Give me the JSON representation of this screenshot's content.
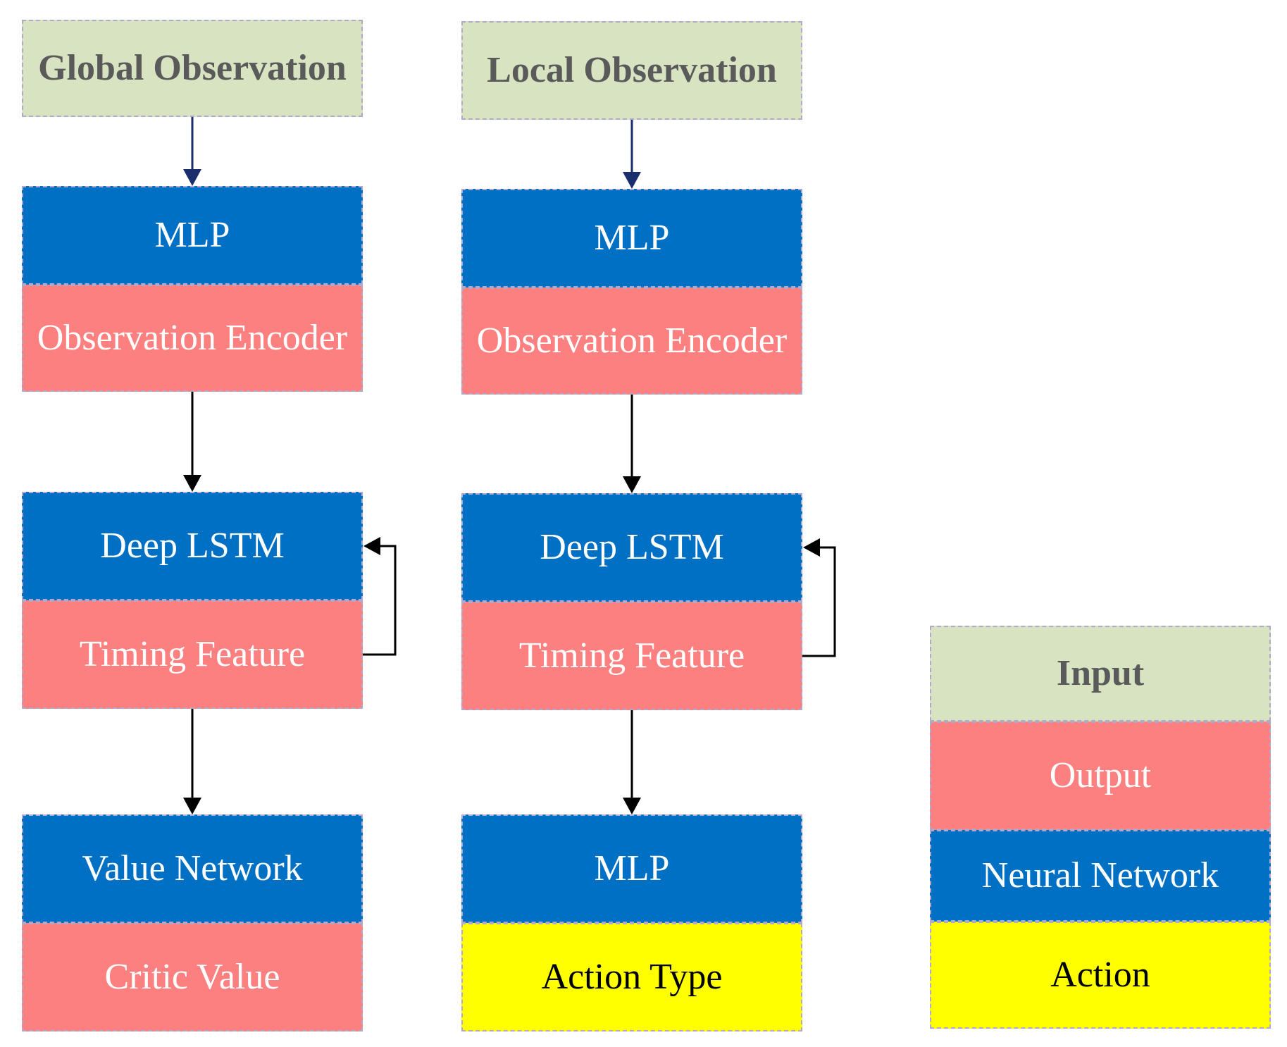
{
  "columns": {
    "critic": {
      "input": "Global Observation",
      "encoder_network": "MLP",
      "encoder_output": "Observation Encoder",
      "recurrent_network": "Deep LSTM",
      "recurrent_output": "Timing Feature",
      "head_network": "Value Network",
      "head_output": "Critic Value"
    },
    "actor": {
      "input": "Local Observation",
      "encoder_network": "MLP",
      "encoder_output": "Observation Encoder",
      "recurrent_network": "Deep LSTM",
      "recurrent_output": "Timing Feature",
      "head_network": "MLP",
      "head_output": "Action Type"
    }
  },
  "legend": {
    "input": "Input",
    "output": "Output",
    "neural_network": "Neural Network",
    "action": "Action"
  },
  "colors": {
    "input": "#d7e3c1",
    "output": "#fd8080",
    "neural_network": "#0070c4",
    "action": "#ffff00",
    "input_arrow": "#1a2e6e",
    "arrow": "#000000"
  }
}
